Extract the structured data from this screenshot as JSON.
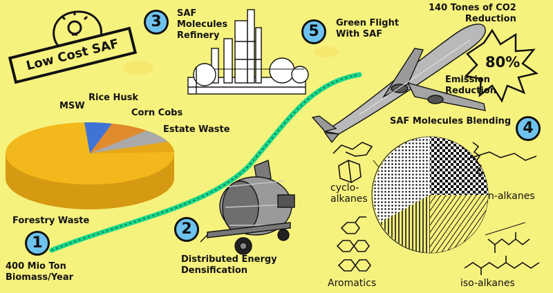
{
  "badges": {
    "b1": "1",
    "b2": "2",
    "b3": "3",
    "b4": "4",
    "b5": "5"
  },
  "stamp": "Low Cost SAF",
  "pie_labels": {
    "msw": "MSW",
    "rice_husk": "Rice Husk",
    "corn_cobs": "Corn Cobs",
    "estate_waste": "Estate Waste",
    "forestry_waste": "Forestry Waste"
  },
  "steps": {
    "biomass_line1": "400 Mio Ton",
    "biomass_line2": "Biomass/Year",
    "densification_line1": "Distributed Energy",
    "densification_line2": "Densification",
    "refinery_line1": "SAF",
    "refinery_line2": "Molecules",
    "refinery_line3": "Refinery",
    "blending": "SAF Molecules Blending",
    "flight_line1": "Green Flight",
    "flight_line2": "With SAF"
  },
  "emissions": {
    "tones_line1": "140 Tones of CO2",
    "tones_line2": "Reduction",
    "percent": "80%",
    "reduction_line1": "Emission",
    "reduction_line2": "Reduction"
  },
  "molecules": {
    "cyclo_line1": "cyclo-",
    "cyclo_line2": "alkanes",
    "n_alkanes": "n-alkanes",
    "aromatics": "Aromatics",
    "iso_alkanes": "iso-alkanes"
  },
  "colors": {
    "background": "#f6f27e",
    "badge": "#6ec3ee",
    "route": "#18d68a",
    "pie_main": "#f2b81c",
    "pie_blue": "#3f73d6",
    "pie_orange": "#e08a2e",
    "pie_gray": "#a9a9a9"
  }
}
